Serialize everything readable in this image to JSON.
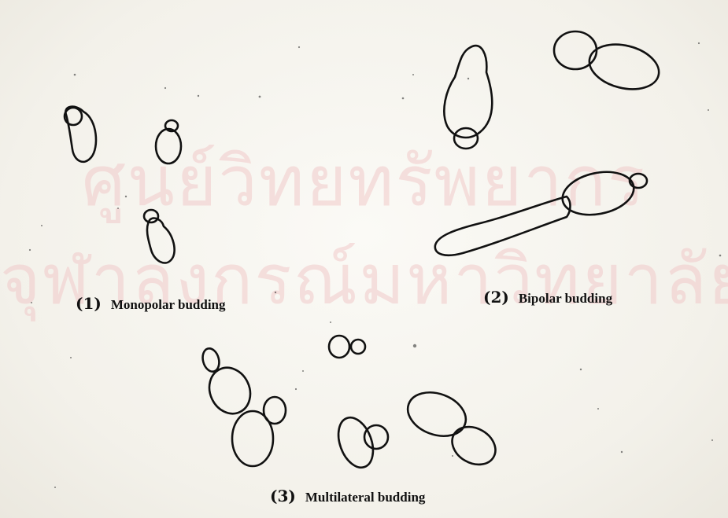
{
  "watermark": {
    "line1": "ศูนย์วิทยทรัพยากร",
    "line2": "จุฬาลงกรณ์มหาวิทยาลัย"
  },
  "panels": [
    {
      "number": "(1)",
      "label": "Monopolar budding"
    },
    {
      "number": "(2)",
      "label": "Bipolar budding"
    },
    {
      "number": "(3)",
      "label": "Multilateral budding"
    }
  ]
}
